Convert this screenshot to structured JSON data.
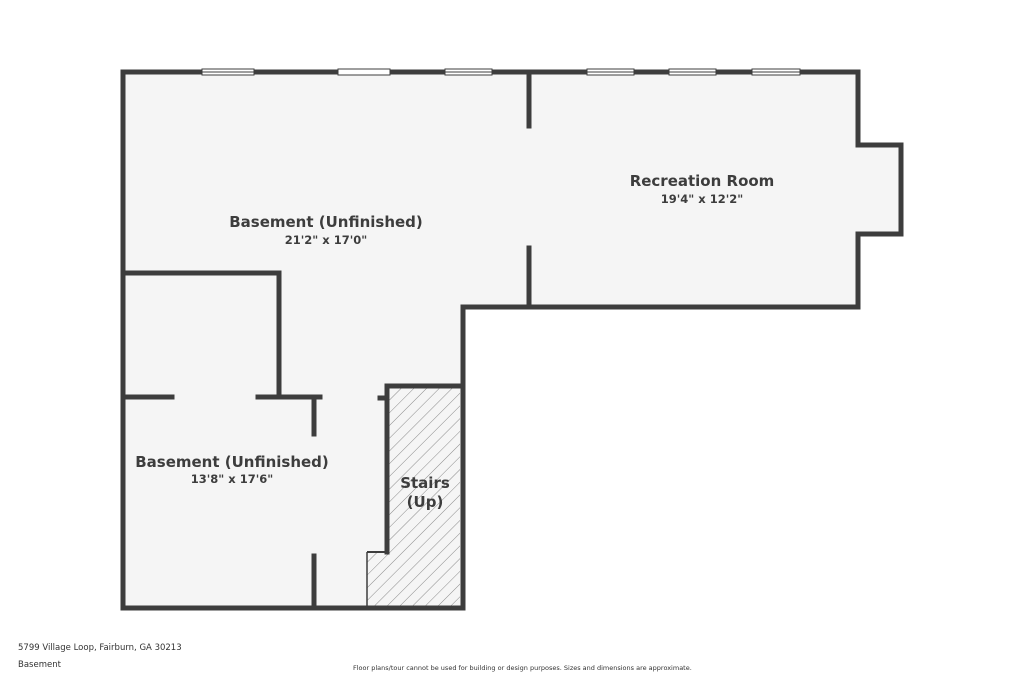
{
  "colors": {
    "wall": "#3d3d3d",
    "floor": "#f5f5f5",
    "background": "#ffffff",
    "stairs_hatch": "#8a8a8a",
    "text": "#3d3d3d"
  },
  "rooms": [
    {
      "id": "basement-main",
      "name": "Basement (Unfinished)",
      "dimensions": "21'2\" x 17'0\""
    },
    {
      "id": "recreation-room",
      "name": "Recreation Room",
      "dimensions": "19'4\" x 12'2\""
    },
    {
      "id": "basement-small",
      "name": "Basement (Unfinished)",
      "dimensions": "13'8\" x 17'6\""
    },
    {
      "id": "stairs",
      "name_line1": "Stairs",
      "name_line2": "(Up)"
    }
  ],
  "footer": {
    "address": "5799 Village Loop, Fairburn, GA 30213",
    "level": "Basement",
    "disclaimer": "Floor plans/tour cannot be used for building or design purposes. Sizes and dimensions are approximate."
  }
}
